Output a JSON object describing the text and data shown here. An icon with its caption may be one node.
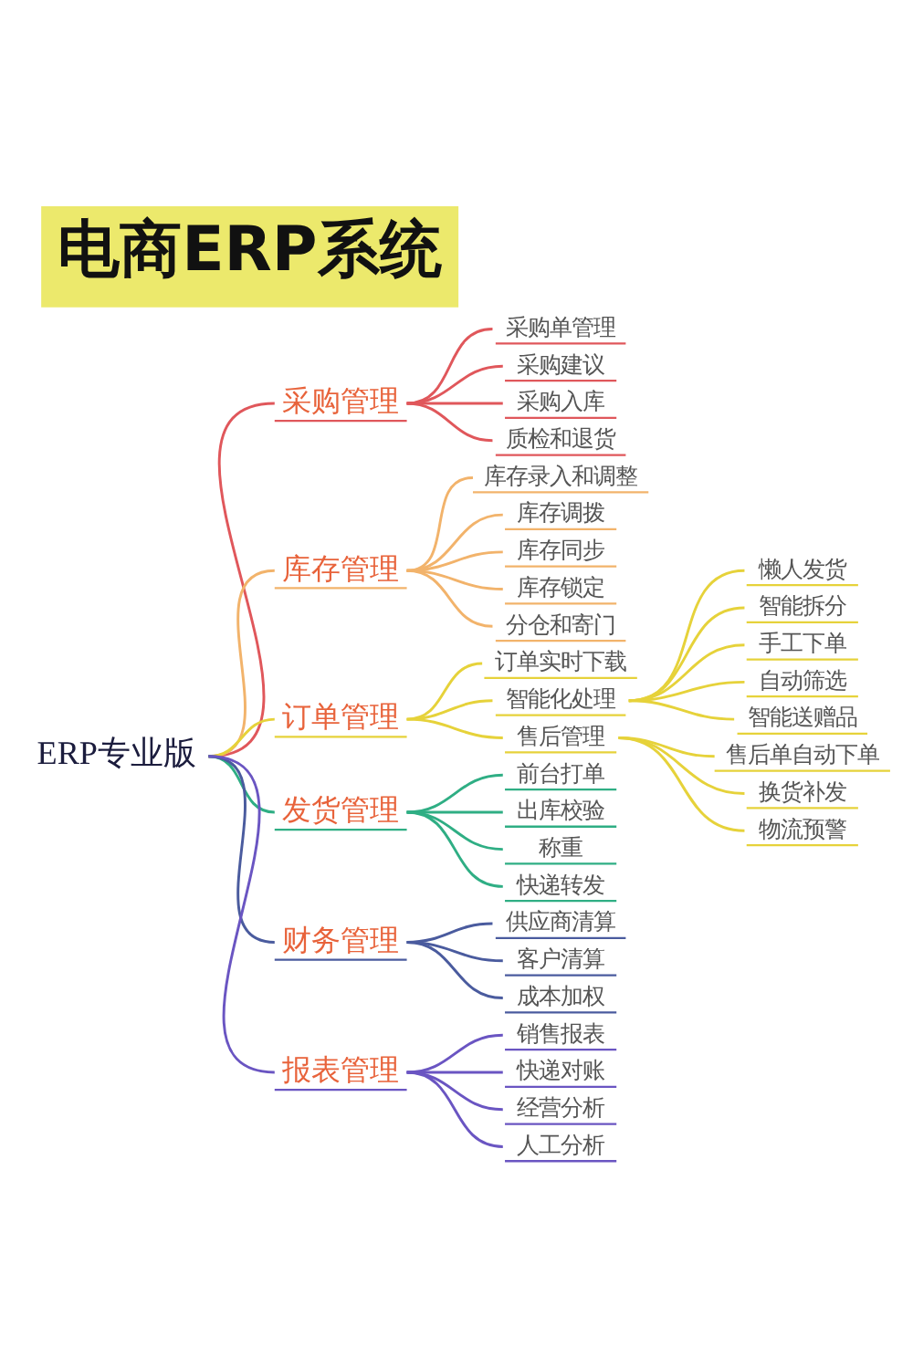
{
  "diagram": {
    "title": "电商ERP系统",
    "nodes": [
      {
        "text": [
          "ERP专业版"
        ]
      },
      {
        "text": [
          "采购管理"
        ]
      },
      {
        "text": [
          "采购单管理"
        ]
      },
      {
        "text": [
          "采购建议"
        ]
      },
      {
        "text": [
          "采购入库"
        ]
      },
      {
        "text": [
          "质检和退货"
        ]
      },
      {
        "text": [
          "库存管理"
        ]
      },
      {
        "text": [
          "库存录入和调整"
        ]
      },
      {
        "text": [
          "库存调拨"
        ]
      },
      {
        "text": [
          "库存同步"
        ]
      },
      {
        "text": [
          "库存锁定"
        ]
      },
      {
        "text": [
          "分仓和寄门"
        ]
      },
      {
        "text": [
          "订单管理"
        ]
      },
      {
        "text": [
          "订单实时下载"
        ]
      },
      {
        "text": [
          "智能化处理"
        ]
      },
      {
        "text": [
          "懒人发货"
        ]
      },
      {
        "text": [
          "智能拆分"
        ]
      },
      {
        "text": [
          "手工下单"
        ]
      },
      {
        "text": [
          "自动筛选"
        ]
      },
      {
        "text": [
          "智能送赠品"
        ]
      },
      {
        "text": [
          "售后管理"
        ]
      },
      {
        "text": [
          "售后单自动下单"
        ]
      },
      {
        "text": [
          "换货补发"
        ]
      },
      {
        "text": [
          "物流预警"
        ]
      },
      {
        "text": [
          "发货管理"
        ]
      },
      {
        "text": [
          "前台打单"
        ]
      },
      {
        "text": [
          "出库校验"
        ]
      },
      {
        "text": [
          "称重"
        ]
      },
      {
        "text": [
          "快递转发"
        ]
      },
      {
        "text": [
          "财务管理"
        ]
      },
      {
        "text": [
          "供应商清算"
        ]
      },
      {
        "text": [
          "客户清算"
        ]
      },
      {
        "text": [
          "成本加权"
        ]
      },
      {
        "text": [
          "报表管理"
        ]
      },
      {
        "text": [
          "销售报表"
        ]
      },
      {
        "text": [
          "快递对账"
        ]
      },
      {
        "text": [
          "经营分析"
        ]
      },
      {
        "text": [
          "人工分析"
        ]
      }
    ],
    "edges": [
      {
        "from": 0,
        "to": 1,
        "arrow": "none",
        "color": "#e0575b"
      },
      {
        "from": 1,
        "to": 2,
        "arrow": "none",
        "color": "#e0575b"
      },
      {
        "from": 1,
        "to": 3,
        "arrow": "none",
        "color": "#e0575b"
      },
      {
        "from": 1,
        "to": 4,
        "arrow": "none",
        "color": "#e0575b"
      },
      {
        "from": 1,
        "to": 5,
        "arrow": "none",
        "color": "#e0575b"
      },
      {
        "from": 0,
        "to": 6,
        "arrow": "none",
        "color": "#f2b36b"
      },
      {
        "from": 6,
        "to": 7,
        "arrow": "none",
        "color": "#f2b36b"
      },
      {
        "from": 6,
        "to": 8,
        "arrow": "none",
        "color": "#f2b36b"
      },
      {
        "from": 6,
        "to": 9,
        "arrow": "none",
        "color": "#f2b36b"
      },
      {
        "from": 6,
        "to": 10,
        "arrow": "none",
        "color": "#f2b36b"
      },
      {
        "from": 6,
        "to": 11,
        "arrow": "none",
        "color": "#f2b36b"
      },
      {
        "from": 0,
        "to": 12,
        "arrow": "none",
        "color": "#e6d23a"
      },
      {
        "from": 12,
        "to": 13,
        "arrow": "none",
        "color": "#e6d23a"
      },
      {
        "from": 12,
        "to": 14,
        "arrow": "none",
        "color": "#e6d23a"
      },
      {
        "from": 14,
        "to": 15,
        "arrow": "none",
        "color": "#e6d23a"
      },
      {
        "from": 14,
        "to": 16,
        "arrow": "none",
        "color": "#e6d23a"
      },
      {
        "from": 14,
        "to": 17,
        "arrow": "none",
        "color": "#e6d23a"
      },
      {
        "from": 14,
        "to": 18,
        "arrow": "none",
        "color": "#e6d23a"
      },
      {
        "from": 14,
        "to": 19,
        "arrow": "none",
        "color": "#e6d23a"
      },
      {
        "from": 12,
        "to": 20,
        "arrow": "none",
        "color": "#e6d23a"
      },
      {
        "from": 20,
        "to": 21,
        "arrow": "none",
        "color": "#e6d23a"
      },
      {
        "from": 20,
        "to": 22,
        "arrow": "none",
        "color": "#e6d23a"
      },
      {
        "from": 20,
        "to": 23,
        "arrow": "none",
        "color": "#e6d23a"
      },
      {
        "from": 0,
        "to": 24,
        "arrow": "none",
        "color": "#2fae84"
      },
      {
        "from": 24,
        "to": 25,
        "arrow": "none",
        "color": "#2fae84"
      },
      {
        "from": 24,
        "to": 26,
        "arrow": "none",
        "color": "#2fae84"
      },
      {
        "from": 24,
        "to": 27,
        "arrow": "none",
        "color": "#2fae84"
      },
      {
        "from": 24,
        "to": 28,
        "arrow": "none",
        "color": "#2fae84"
      },
      {
        "from": 0,
        "to": 29,
        "arrow": "none",
        "color": "#4a5b9e"
      },
      {
        "from": 29,
        "to": 30,
        "arrow": "none",
        "color": "#4a5b9e"
      },
      {
        "from": 29,
        "to": 31,
        "arrow": "none",
        "color": "#4a5b9e"
      },
      {
        "from": 29,
        "to": 32,
        "arrow": "none",
        "color": "#4a5b9e"
      },
      {
        "from": 0,
        "to": 33,
        "arrow": "none",
        "color": "#6a55c2"
      },
      {
        "from": 33,
        "to": 34,
        "arrow": "none",
        "color": "#6a55c2"
      },
      {
        "from": 33,
        "to": 35,
        "arrow": "none",
        "color": "#6a55c2"
      },
      {
        "from": 33,
        "to": 36,
        "arrow": "none",
        "color": "#6a55c2"
      },
      {
        "from": 33,
        "to": 37,
        "arrow": "none",
        "color": "#6a55c2"
      }
    ]
  }
}
